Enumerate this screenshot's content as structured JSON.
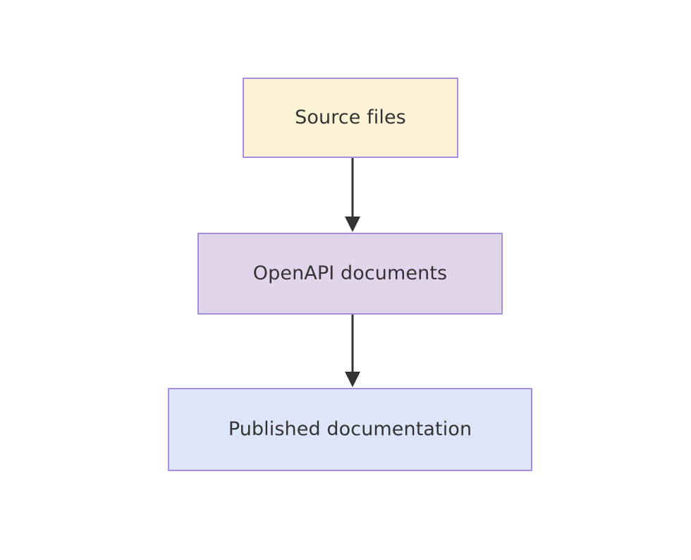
{
  "diagram": {
    "type": "flowchart",
    "direction": "top-to-bottom",
    "background_color": "#ffffff",
    "nodes": [
      {
        "id": "source-files",
        "label": "Source files",
        "fill_color": "#fcf3d7",
        "border_color": "#a78ce0",
        "text_color": "#333333"
      },
      {
        "id": "openapi-documents",
        "label": "OpenAPI documents",
        "fill_color": "#e1d5ec",
        "border_color": "#a78ce0",
        "text_color": "#333333"
      },
      {
        "id": "published-documentation",
        "label": "Published documentation",
        "fill_color": "#dde5f8",
        "border_color": "#a78ce0",
        "text_color": "#333333"
      }
    ],
    "edges": [
      {
        "id": "edge-source-to-openapi",
        "from": "source-files",
        "to": "openapi-documents",
        "label": "",
        "color": "#333333",
        "arrowhead": "filled-triangle"
      },
      {
        "id": "edge-openapi-to-published",
        "from": "openapi-documents",
        "to": "published-documentation",
        "label": "",
        "color": "#333333",
        "arrowhead": "filled-triangle"
      }
    ]
  }
}
